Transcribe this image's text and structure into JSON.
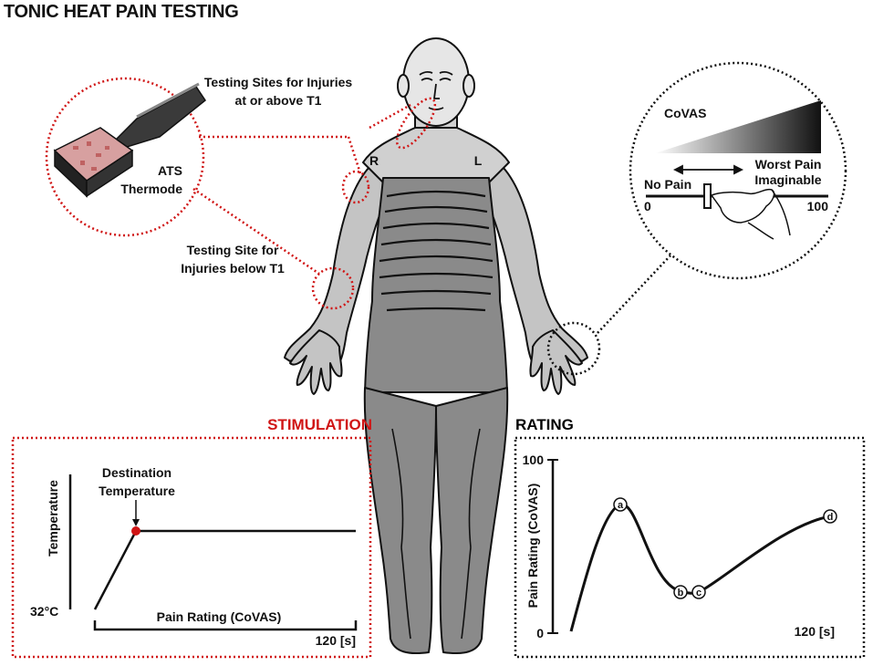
{
  "title": "TONIC HEAT PAIN TESTING",
  "testing_sites_above": [
    "Testing Sites for Injuries",
    "at or above T1"
  ],
  "testing_site_below": [
    "Testing Site for",
    "Injuries below T1"
  ],
  "thermode_label": [
    "ATS",
    "Thermode"
  ],
  "side_labels": {
    "right": "R",
    "left": "L"
  },
  "covas": {
    "title": "CoVAS",
    "min_label": "No Pain",
    "max_label": [
      "Worst Pain",
      "Imaginable"
    ],
    "min_value": "0",
    "max_value": "100"
  },
  "stimulation": {
    "panel_title": "STIMULATION",
    "ylabel": "Temperature",
    "baseline_label": "32°C",
    "annotation": [
      "Destination",
      "Temperature"
    ],
    "bar_label": "Pain Rating (CoVAS)",
    "time_label": "120 [s]"
  },
  "rating": {
    "panel_title": "RATING",
    "ylabel": "Pain Rating (CoVAS)",
    "ymax_label": "100",
    "ymin_label": "0",
    "time_label": "120 [s]",
    "points": [
      "a",
      "b",
      "c",
      "d"
    ]
  },
  "colors": {
    "accent_red": "#d01515",
    "body_light": "#c8c8c8",
    "body_dark": "#8a8a8a",
    "ink": "#111111"
  }
}
